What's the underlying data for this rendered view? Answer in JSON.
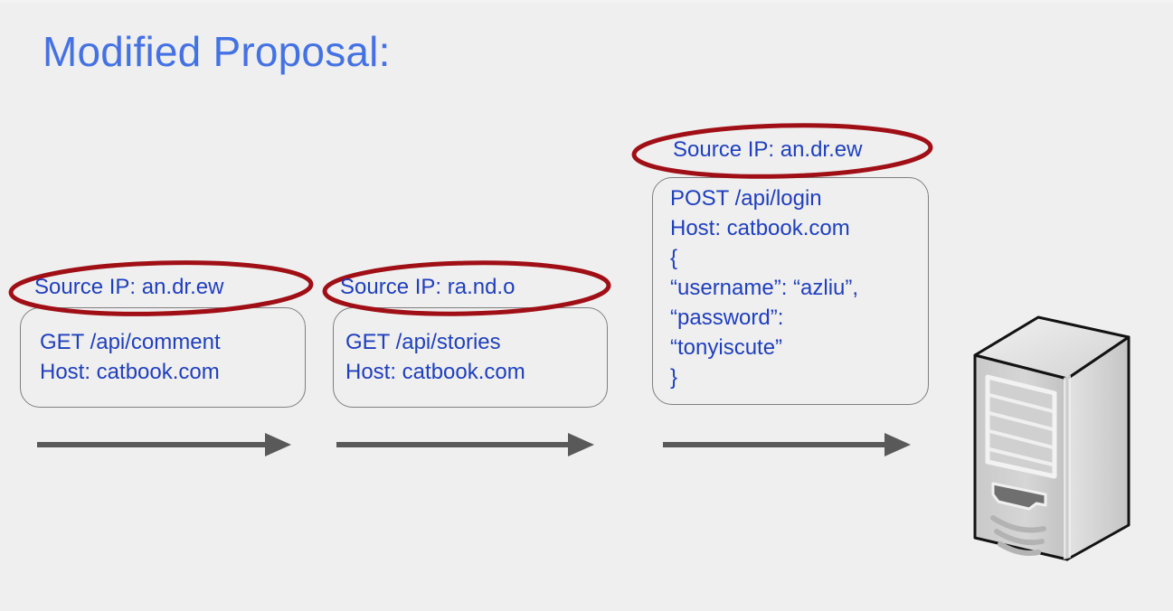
{
  "slide": {
    "title": "Modified Proposal:",
    "title_color": "#4472e4",
    "background_color": "#efefef",
    "text_color": "#1f3fbe",
    "annotation_color": "#a00f16",
    "arrow_color": "#595959",
    "box_border_color": "#7f7f7f"
  },
  "annotations": [
    {
      "id": "annotation-1",
      "label": "Source IP: an.dr.ew",
      "shape": "ellipse"
    },
    {
      "id": "annotation-2",
      "label": "Source IP: ra.nd.o",
      "shape": "ellipse"
    },
    {
      "id": "annotation-3",
      "label": "Source IP: an.dr.ew",
      "shape": "ellipse"
    }
  ],
  "packets": [
    {
      "id": "packet-1",
      "source_ip_label": "Source IP: an.dr.ew",
      "body": "GET /api/comment\nHost: catbook.com"
    },
    {
      "id": "packet-2",
      "source_ip_label": "Source IP: ra.nd.o",
      "body": "GET /api/stories\nHost: catbook.com"
    },
    {
      "id": "packet-3",
      "source_ip_label": "Source IP: an.dr.ew",
      "body": "POST /api/login\nHost: catbook.com\n{\n“username”: “azliu”,\n“password”:\n“tonyiscute”\n}"
    }
  ],
  "arrows": [
    {
      "id": "arrow-1",
      "direction": "right"
    },
    {
      "id": "arrow-2",
      "direction": "right"
    },
    {
      "id": "arrow-3",
      "direction": "right"
    }
  ],
  "server": {
    "icon": "server-tower-icon"
  }
}
